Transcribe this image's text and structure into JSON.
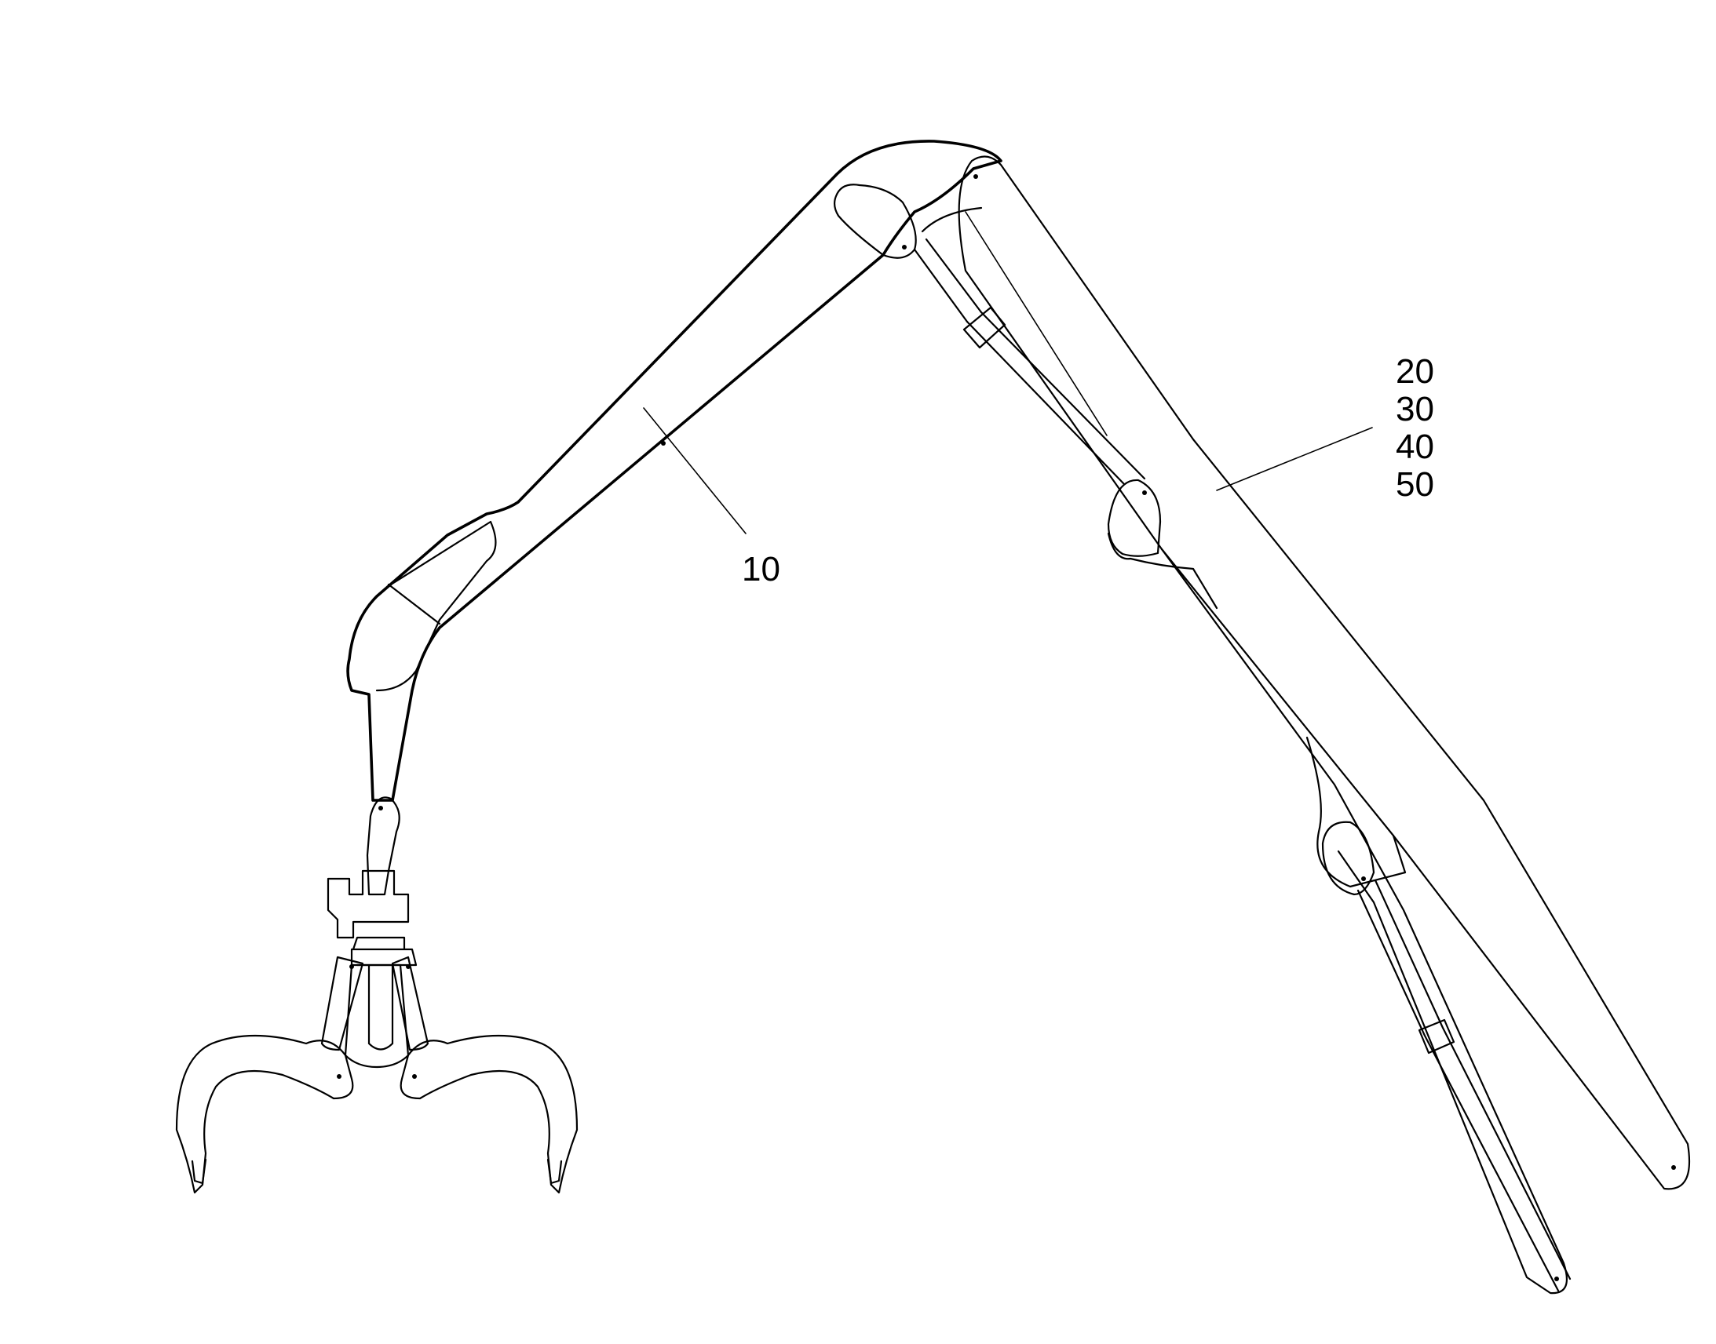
{
  "figure": {
    "background": "#ffffff",
    "stroke_color": "#000000"
  },
  "references": {
    "boom_ref": "10",
    "arm_refs": [
      "20",
      "30",
      "40",
      "50"
    ]
  }
}
